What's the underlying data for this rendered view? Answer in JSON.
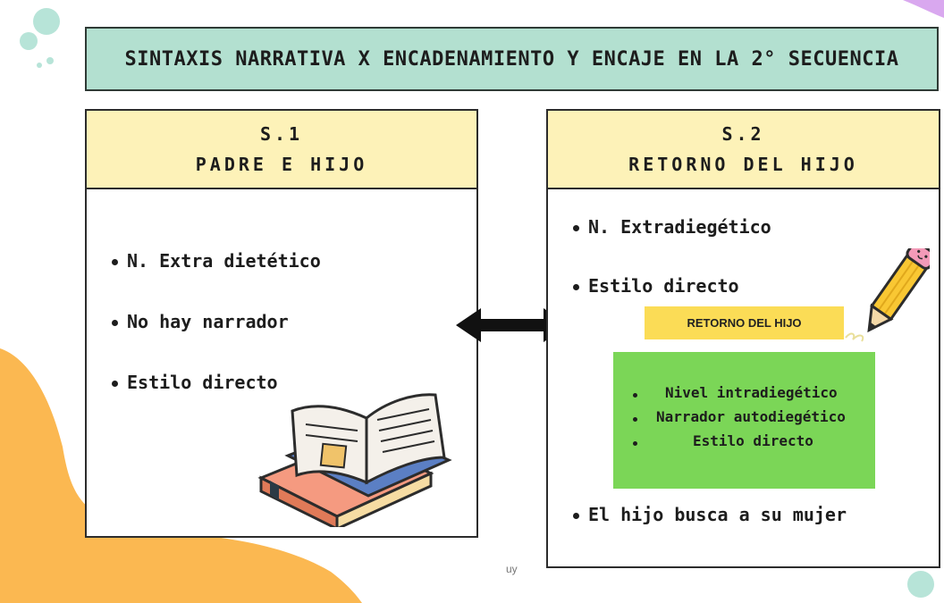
{
  "title": "SINTAXIS NARRATIVA X ENCADENAMIENTO Y ENCAJE EN LA 2° SECUENCIA",
  "left_card": {
    "code": "S.1",
    "name": "PADRE E HIJO",
    "items": [
      "N. Extra dietético",
      "No hay narrador",
      "Estilo directo"
    ]
  },
  "right_card": {
    "code": "S.2",
    "name": "RETORNO DEL HIJO",
    "items_top": [
      "N. Extradiegético",
      "Estilo directo"
    ],
    "tag": "RETORNO DEL HIJO",
    "nested_items": [
      "Nivel intradiegético",
      "Narrador autodiegético",
      "Estilo directo"
    ],
    "item_bottom": "El hijo busca a su mujer"
  },
  "watermark": "uy",
  "colors": {
    "title_bg": "#b3e0d0",
    "card_head_bg": "#fdf2b8",
    "tag_bg": "#fbdc56",
    "nested_bg": "#7bd657",
    "blob_orange": "#fbb851",
    "dots_teal": "#b7e4d8",
    "corner_purple": "#d9a8ef"
  },
  "icons": [
    "book-stack-icon",
    "pencil-icon",
    "double-arrow-icon"
  ]
}
